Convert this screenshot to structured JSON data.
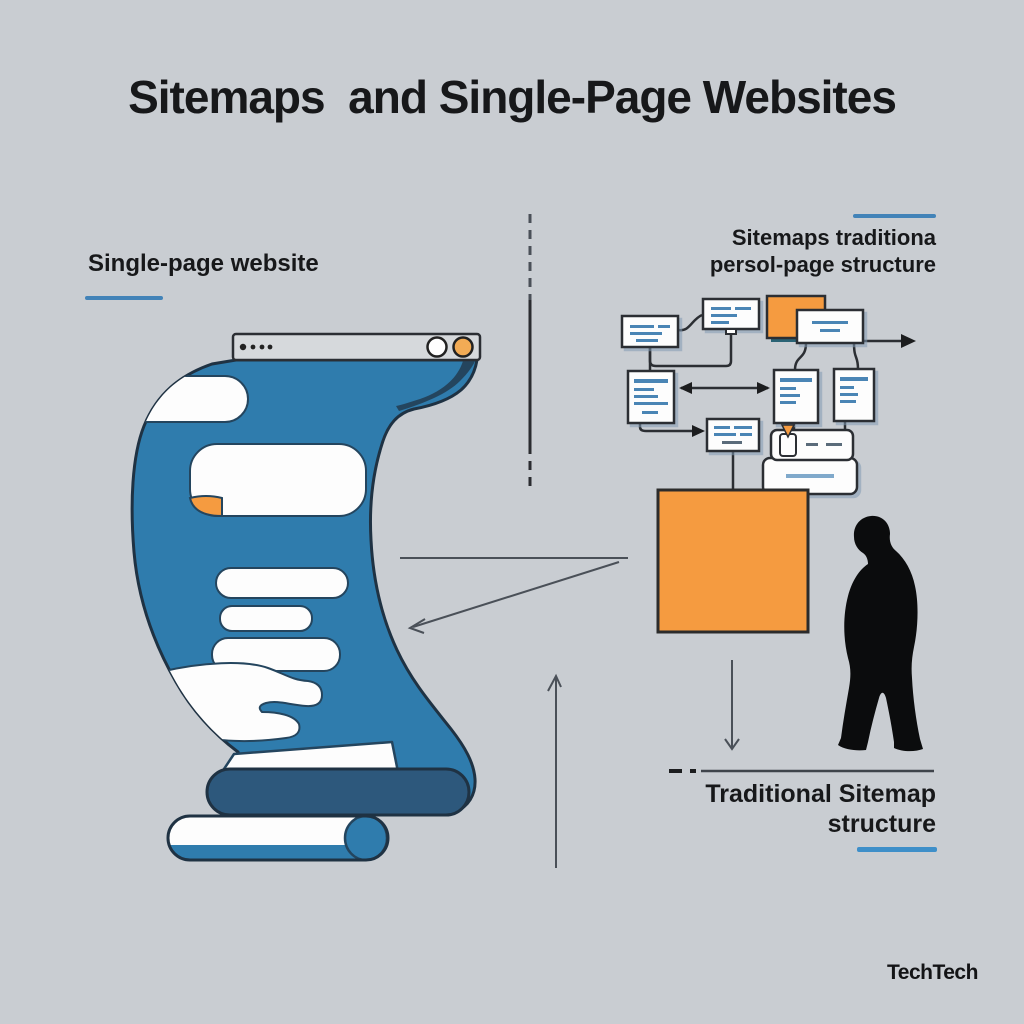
{
  "title": "Sitemaps  and Single-Page Websites",
  "left_panel": {
    "label": "Single-page website"
  },
  "right_panel": {
    "heading_line1": "Sitemaps traditiona",
    "heading_line2": "persol-page structure"
  },
  "bottom_panel": {
    "heading_line1": "Traditional Sitemap",
    "heading_line2": "structure"
  },
  "branding": {
    "logo": "TechTech"
  },
  "colors": {
    "background": "#c9cdd2",
    "text_dark": "#17181a",
    "accent_blue": "#4283b8",
    "accent_blue_bright": "#3e8fc9",
    "scroll_blue": "#2f7cad",
    "scroll_dark_blue": "#2d587c",
    "outline_dark": "#1f3243",
    "orange": "#f59b40",
    "box_line_blue": "#4a85b5",
    "box_outline": "#2b2e33",
    "arrow_gray": "#4a5058",
    "silhouette_black": "#0b0c0d",
    "browser_bar_gray": "#d6d9dc"
  }
}
